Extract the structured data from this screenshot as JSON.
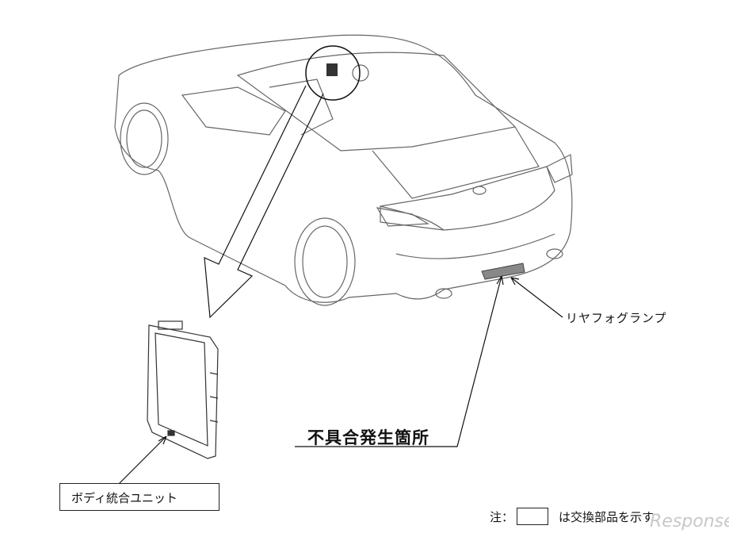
{
  "labels": {
    "rear_fog_lamp": "リヤフォグランプ",
    "defect_location": "不具合発生箇所",
    "body_integrated_unit": "ボディ統合ユニット",
    "note_prefix": "注：",
    "note_suffix": "は交換部品を示す"
  },
  "watermark": "Response."
}
